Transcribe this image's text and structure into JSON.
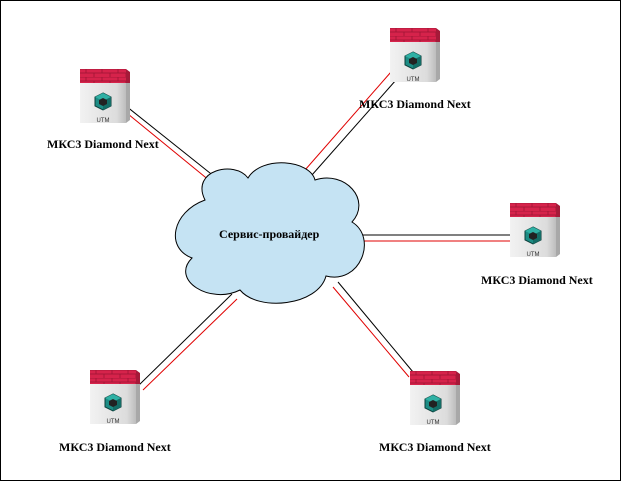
{
  "cloud": {
    "label": "Сервис-провайдер"
  },
  "devices": [
    {
      "label": "МКС3 Diamond Next",
      "badge": "UTM"
    },
    {
      "label": "МКС3 Diamond Next",
      "badge": "UTM"
    },
    {
      "label": "МКС3 Diamond Next",
      "badge": "UTM"
    },
    {
      "label": "МКС3 Diamond Next",
      "badge": "UTM"
    },
    {
      "label": "МКС3 Diamond Next",
      "badge": "UTM"
    }
  ],
  "colors": {
    "link_red": "#e00000",
    "link_black": "#000000",
    "cloud_fill": "#c5e3f3",
    "brick": "#d6234b",
    "device_body": "#e6e6e6",
    "logo": "#1c8c84"
  }
}
